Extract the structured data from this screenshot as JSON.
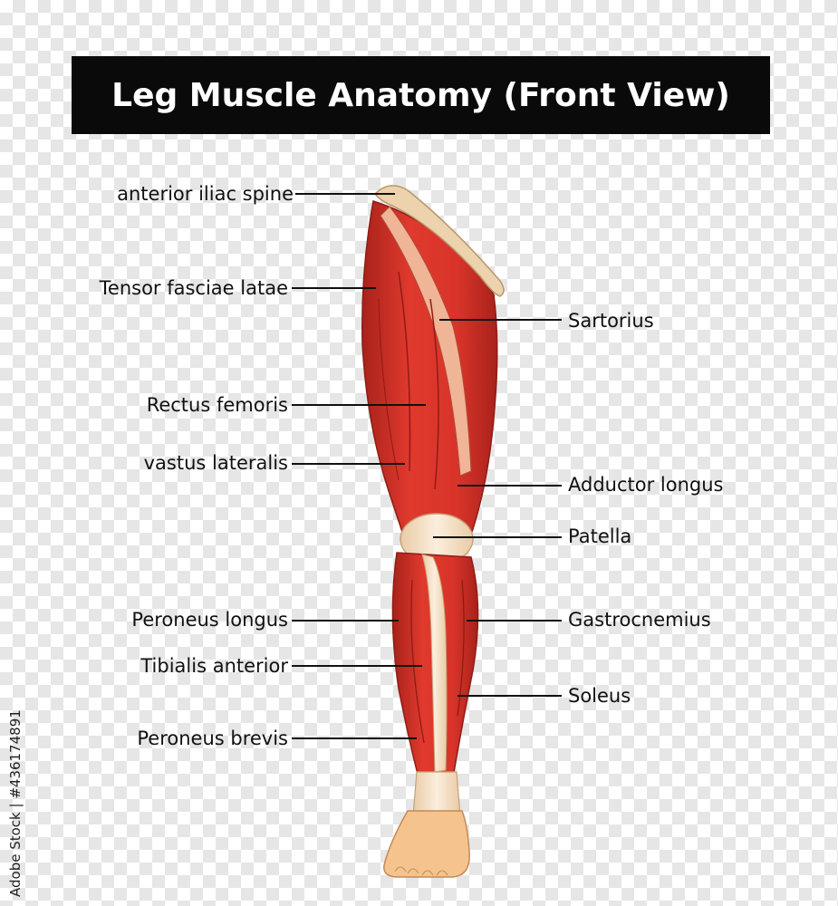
{
  "title": "Leg Muscle Anatomy (Front View)",
  "labels_left": [
    {
      "id": "anterior-iliac-spine",
      "text": "anterior iliac spine"
    },
    {
      "id": "tensor-fasciae-latae",
      "text": "Tensor fasciae latae"
    },
    {
      "id": "rectus-femoris",
      "text": "Rectus femoris"
    },
    {
      "id": "vastus-lateralis",
      "text": "vastus lateralis"
    },
    {
      "id": "peroneus-longus",
      "text": "Peroneus longus"
    },
    {
      "id": "tibialis-anterior",
      "text": "Tibialis anterior"
    },
    {
      "id": "peroneus-brevis",
      "text": "Peroneus brevis"
    }
  ],
  "labels_right": [
    {
      "id": "sartorius",
      "text": "Sartorius"
    },
    {
      "id": "adductor-longus",
      "text": "Adductor longus"
    },
    {
      "id": "patella",
      "text": "Patella"
    },
    {
      "id": "gastrocnemius",
      "text": "Gastrocnemius"
    },
    {
      "id": "soleus",
      "text": "Soleus"
    }
  ],
  "stock_id": "Adobe Stock | #436174891",
  "colors": {
    "muscle": "#d9342a",
    "muscle_dark": "#a8221b",
    "tendon": "#f2dcc0",
    "skin": "#f5c48e",
    "title_bg": "#0a0a0a"
  }
}
